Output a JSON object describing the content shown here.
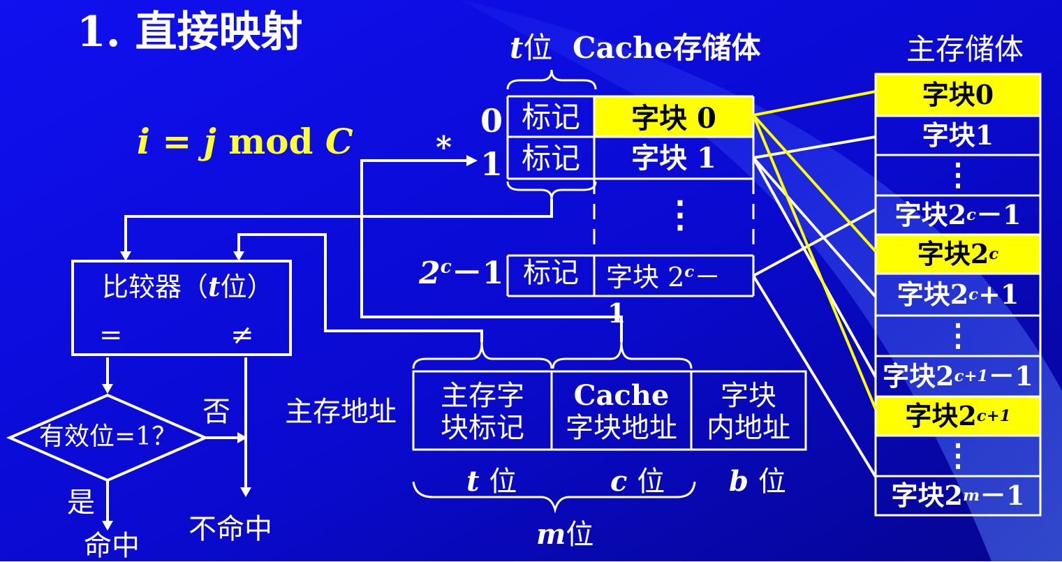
{
  "title": "1. 直接映射",
  "formula": {
    "i": "i",
    "eq": "=",
    "j": "j",
    "mod": "mod",
    "C": "C"
  },
  "cache": {
    "bits_var": "t",
    "bits_unit": "位",
    "title": "Cache存储体",
    "rows": [
      {
        "index": "0",
        "tag": "标记",
        "block": "字块 0",
        "highlight": true
      },
      {
        "index": "1",
        "tag": "标记",
        "block": "字块 1",
        "highlight": false
      }
    ],
    "last_row": {
      "index_base": "2",
      "index_exp": "c",
      "index_suffix": "－1",
      "tag": "标记",
      "block_prefix": "字块 2",
      "block_exp": "c",
      "block_suffix": "－",
      "block_wrap": "1"
    },
    "dots": "⋮",
    "star": "*"
  },
  "main_memory": {
    "title": "主存储体",
    "blocks": [
      {
        "text": "字块0",
        "highlight": true
      },
      {
        "text": "字块1",
        "highlight": false
      },
      {
        "text": "⋮",
        "highlight": false
      },
      {
        "text": "字块2",
        "exp": "c",
        "suffix": "－1",
        "highlight": false
      },
      {
        "text": "字块2",
        "exp": "c",
        "suffix": "",
        "highlight": true
      },
      {
        "text": "字块2",
        "exp": "c",
        "suffix": "+1",
        "highlight": false
      },
      {
        "text": "⋮",
        "highlight": false
      },
      {
        "text": "字块2",
        "exp": "c+1",
        "suffix": "－1",
        "highlight": false
      },
      {
        "text": "字块2",
        "exp": "c+1",
        "suffix": "",
        "highlight": true
      },
      {
        "text": "⋮",
        "highlight": false
      },
      {
        "text": "字块2",
        "exp": "m",
        "suffix": "－1",
        "highlight": false
      }
    ]
  },
  "address": {
    "label": "主存地址",
    "fields": [
      {
        "line1": "主存字",
        "line2": "块标记",
        "width_var": "t",
        "width_unit": "位"
      },
      {
        "line1": "Cache",
        "line2": "字块地址",
        "width_var": "c",
        "width_unit": "位"
      },
      {
        "line1": "字块",
        "line2": "内地址",
        "width_var": "b",
        "width_unit": "位"
      }
    ],
    "total_var": "m",
    "total_unit": "位"
  },
  "comparator": {
    "label_prefix": "比较器（",
    "label_var": "t",
    "label_suffix": "位）",
    "eq": "=",
    "neq": "≠"
  },
  "decision": {
    "text": "有效位=1？",
    "yes": "是",
    "no": "否",
    "hit": "命中",
    "miss": "不命中"
  },
  "colors": {
    "background": "#0a0ae6",
    "highlight": "#ffff00",
    "line": "#ffffff",
    "accent_text": "#ffff33"
  }
}
